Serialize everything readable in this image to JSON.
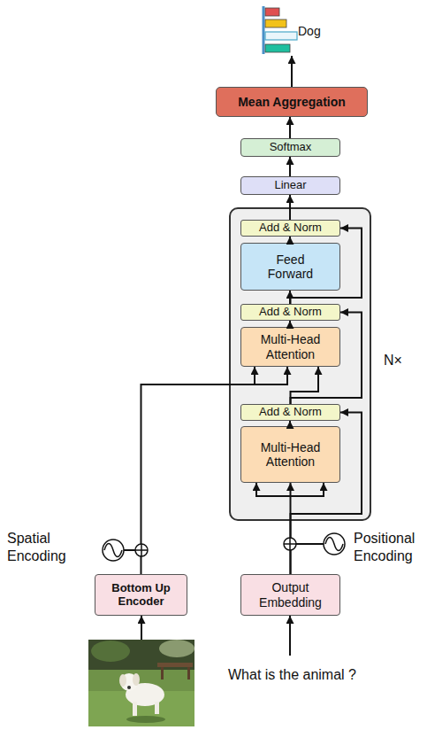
{
  "diagram": {
    "nodes": [
      {
        "text": [
          "Dog"
        ]
      },
      {
        "text": [
          "Mean Aggregation"
        ]
      },
      {
        "text": [
          "Softmax"
        ]
      },
      {
        "text": [
          "Linear"
        ]
      },
      {
        "text": [
          "N×"
        ]
      },
      {
        "text": [
          "Add & Norm"
        ],
        "in": 4
      },
      {
        "text": [
          "Feed Forward"
        ],
        "in": 4
      },
      {
        "text": [
          "Add & Norm"
        ],
        "in": 4
      },
      {
        "text": [
          "Multi-Head Attention"
        ],
        "in": 4
      },
      {
        "text": [
          "Add & Norm"
        ],
        "in": 4
      },
      {
        "text": [
          "Multi-Head Attention"
        ],
        "in": 4
      },
      {
        "text": [
          "Output Embedding"
        ]
      },
      {
        "text": [
          "Bottom Up Encoder"
        ]
      }
    ],
    "edges": [
      {
        "from": 1,
        "to": 0,
        "arrow": "to"
      },
      {
        "from": 2,
        "to": 1,
        "arrow": "to"
      },
      {
        "from": 3,
        "to": 2,
        "arrow": "to"
      },
      {
        "from": 5,
        "to": 3,
        "arrow": "to"
      },
      {
        "from": 6,
        "to": 5,
        "arrow": "to"
      },
      {
        "from": 7,
        "to": 6,
        "arrow": "to"
      },
      {
        "from": 7,
        "to": 5,
        "arrow": "to"
      },
      {
        "from": 8,
        "to": 7,
        "arrow": "to"
      },
      {
        "from": 9,
        "to": 8,
        "arrow": "to"
      },
      {
        "from": 9,
        "to": 7,
        "arrow": "to"
      },
      {
        "from": 10,
        "to": 9,
        "arrow": "to"
      },
      {
        "from": 11,
        "to": 10,
        "arrow": "to"
      },
      {
        "from": 11,
        "to": 9,
        "arrow": "to"
      },
      {
        "from": 12,
        "to": 8,
        "arrow": "to"
      }
    ],
    "labels": [
      "Spatial Encoding",
      "Positional Encoding",
      "What is the animal ?"
    ]
  }
}
